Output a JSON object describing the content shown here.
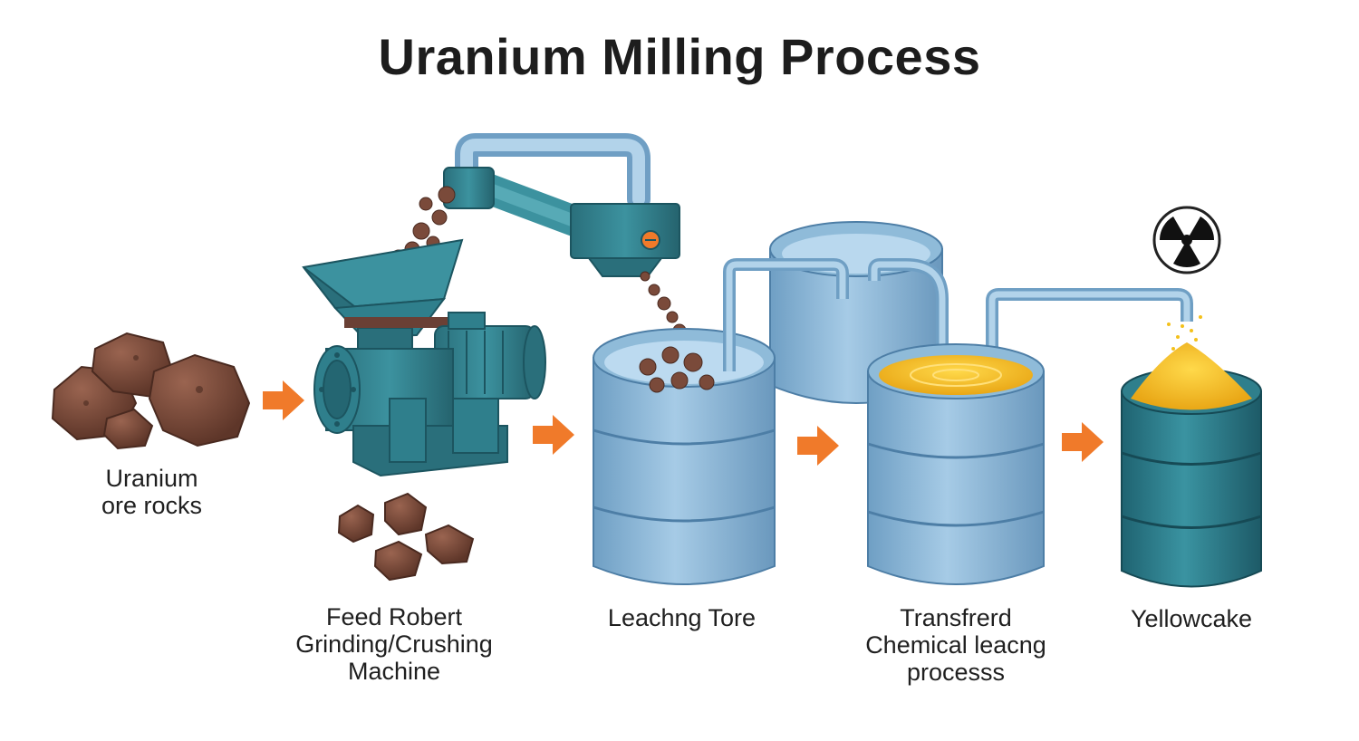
{
  "title": "Uranium Milling Process",
  "steps": [
    {
      "lines": [
        "Uranium",
        "ore rocks"
      ],
      "icon": "ore-rocks-icon"
    },
    {
      "lines": [
        "Feed Robert",
        "Grinding/Crushing",
        "Machine"
      ],
      "icon": "crushing-machine-icon"
    },
    {
      "lines": [
        "Leachng Tore"
      ],
      "icon": "leaching-tank-icon"
    },
    {
      "lines": [
        "Transfrerd",
        "Chemical leacng",
        "processs"
      ],
      "icon": "chemical-leaching-tank-icon"
    },
    {
      "lines": [
        "Yellowcake"
      ],
      "icon": "yellowcake-barrel-icon"
    }
  ],
  "colors": {
    "arrow": "#f07a2a",
    "rock": "#7a4a3a",
    "machine": "#2f7f8c",
    "tank": "#8fbbd9",
    "pipe": "#9cc3df",
    "leach_liquid": "#f2b51c",
    "yellowcake": "#f4c11b",
    "barrel": "#2f7f8c"
  },
  "icons": [
    "radiation-hazard-icon"
  ]
}
